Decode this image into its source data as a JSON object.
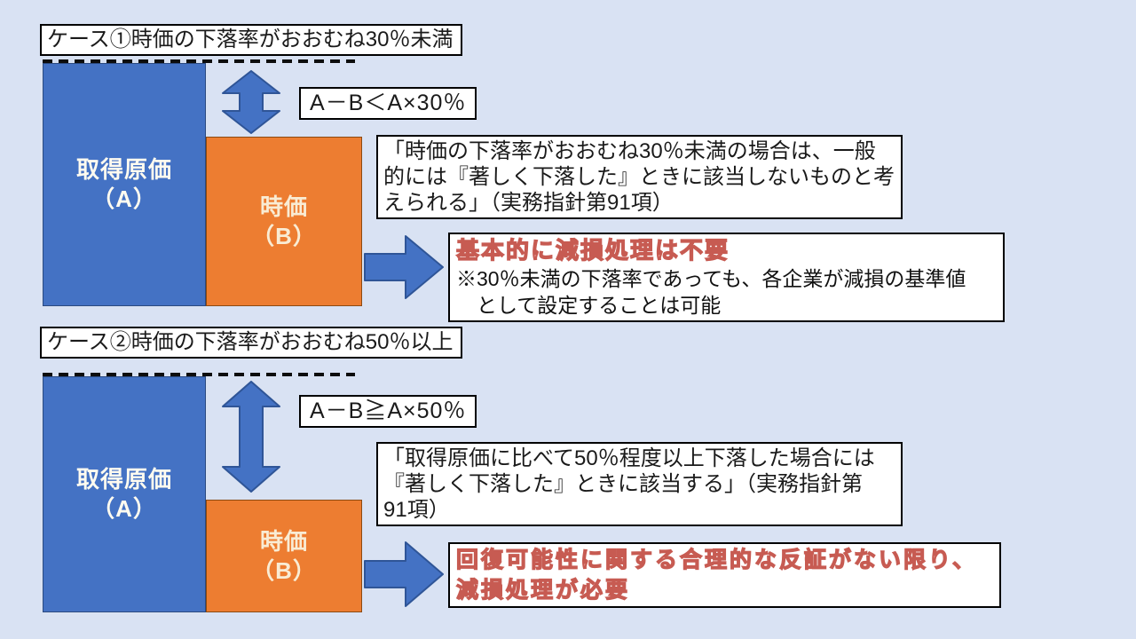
{
  "colors": {
    "background": "#D9E2F3",
    "cost_bar": "#4472C4",
    "market_bar": "#ED7D31",
    "arrow_fill": "#4472C4",
    "arrow_outline": "#2F5597",
    "highlight_fill": "#F2ACA4",
    "highlight_outline": "#C75B52"
  },
  "cases": [
    {
      "title": "ケース①時価の下落率がおおむね30％未満",
      "cost_bar_label": "取得原価\n（A）",
      "market_bar_label": "時価\n（B）",
      "formula": "A－B＜A×30％",
      "quote": "「時価の下落率がおおむね30％未満の場合は、一般\n的には『著しく下落した』ときに該当しないものと考\nえられる」（実務指針第91項）",
      "result_highlight": "基本的に減損処理は不要",
      "result_note": "※30％未満の下落率であっても、各企業が減損の基準値\n　として設定することは可能"
    },
    {
      "title": "ケース②時価の下落率がおおむね50％以上",
      "cost_bar_label": "取得原価\n（A）",
      "market_bar_label": "時価\n（B）",
      "formula": "A－B≧A×50％",
      "quote": "「取得原価に比べて50％程度以上下落した場合には\n『著しく下落した』ときに該当する」（実務指針第\n91項）",
      "result_highlight": "回復可能性に関する合理的な反証がない限り、\n減損処理が必要"
    }
  ]
}
